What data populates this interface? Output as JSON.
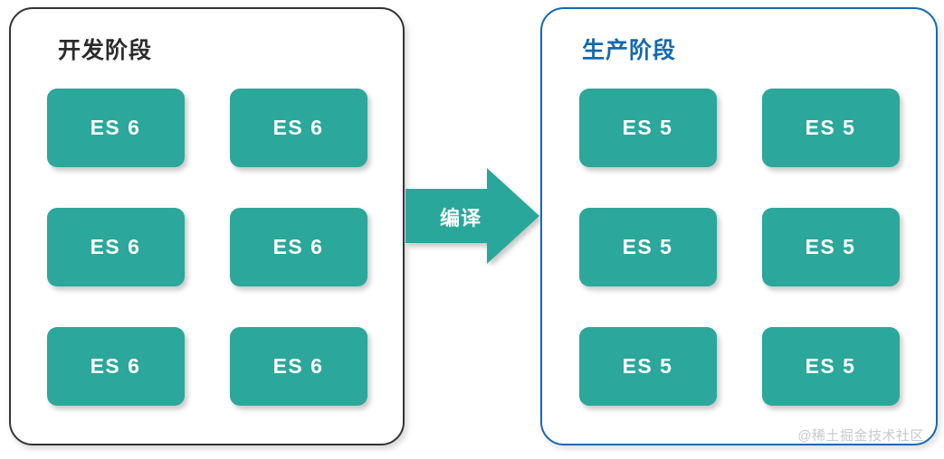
{
  "diagram": {
    "title_semantic": "es6-to-es5-compile-diagram",
    "colors": {
      "card_teal": "#2BA79B",
      "prod_border_blue": "#1569AE",
      "dev_border_gray": "#333333",
      "card_text": "#ffffff",
      "watermark_gray": "#c6c9cd"
    }
  },
  "dev_panel": {
    "title": "开发阶段",
    "cards": [
      {
        "label": "ES 6"
      },
      {
        "label": "ES 6"
      },
      {
        "label": "ES 6"
      },
      {
        "label": "ES 6"
      },
      {
        "label": "ES 6"
      },
      {
        "label": "ES 6"
      }
    ]
  },
  "prod_panel": {
    "title": "生产阶段",
    "cards": [
      {
        "label": "ES 5"
      },
      {
        "label": "ES 5"
      },
      {
        "label": "ES 5"
      },
      {
        "label": "ES 5"
      },
      {
        "label": "ES 5"
      },
      {
        "label": "ES 5"
      }
    ]
  },
  "arrow": {
    "label": "编译",
    "direction": "right",
    "color": "#2BA79B"
  },
  "watermark": {
    "text": "@稀土掘金技术社区"
  }
}
